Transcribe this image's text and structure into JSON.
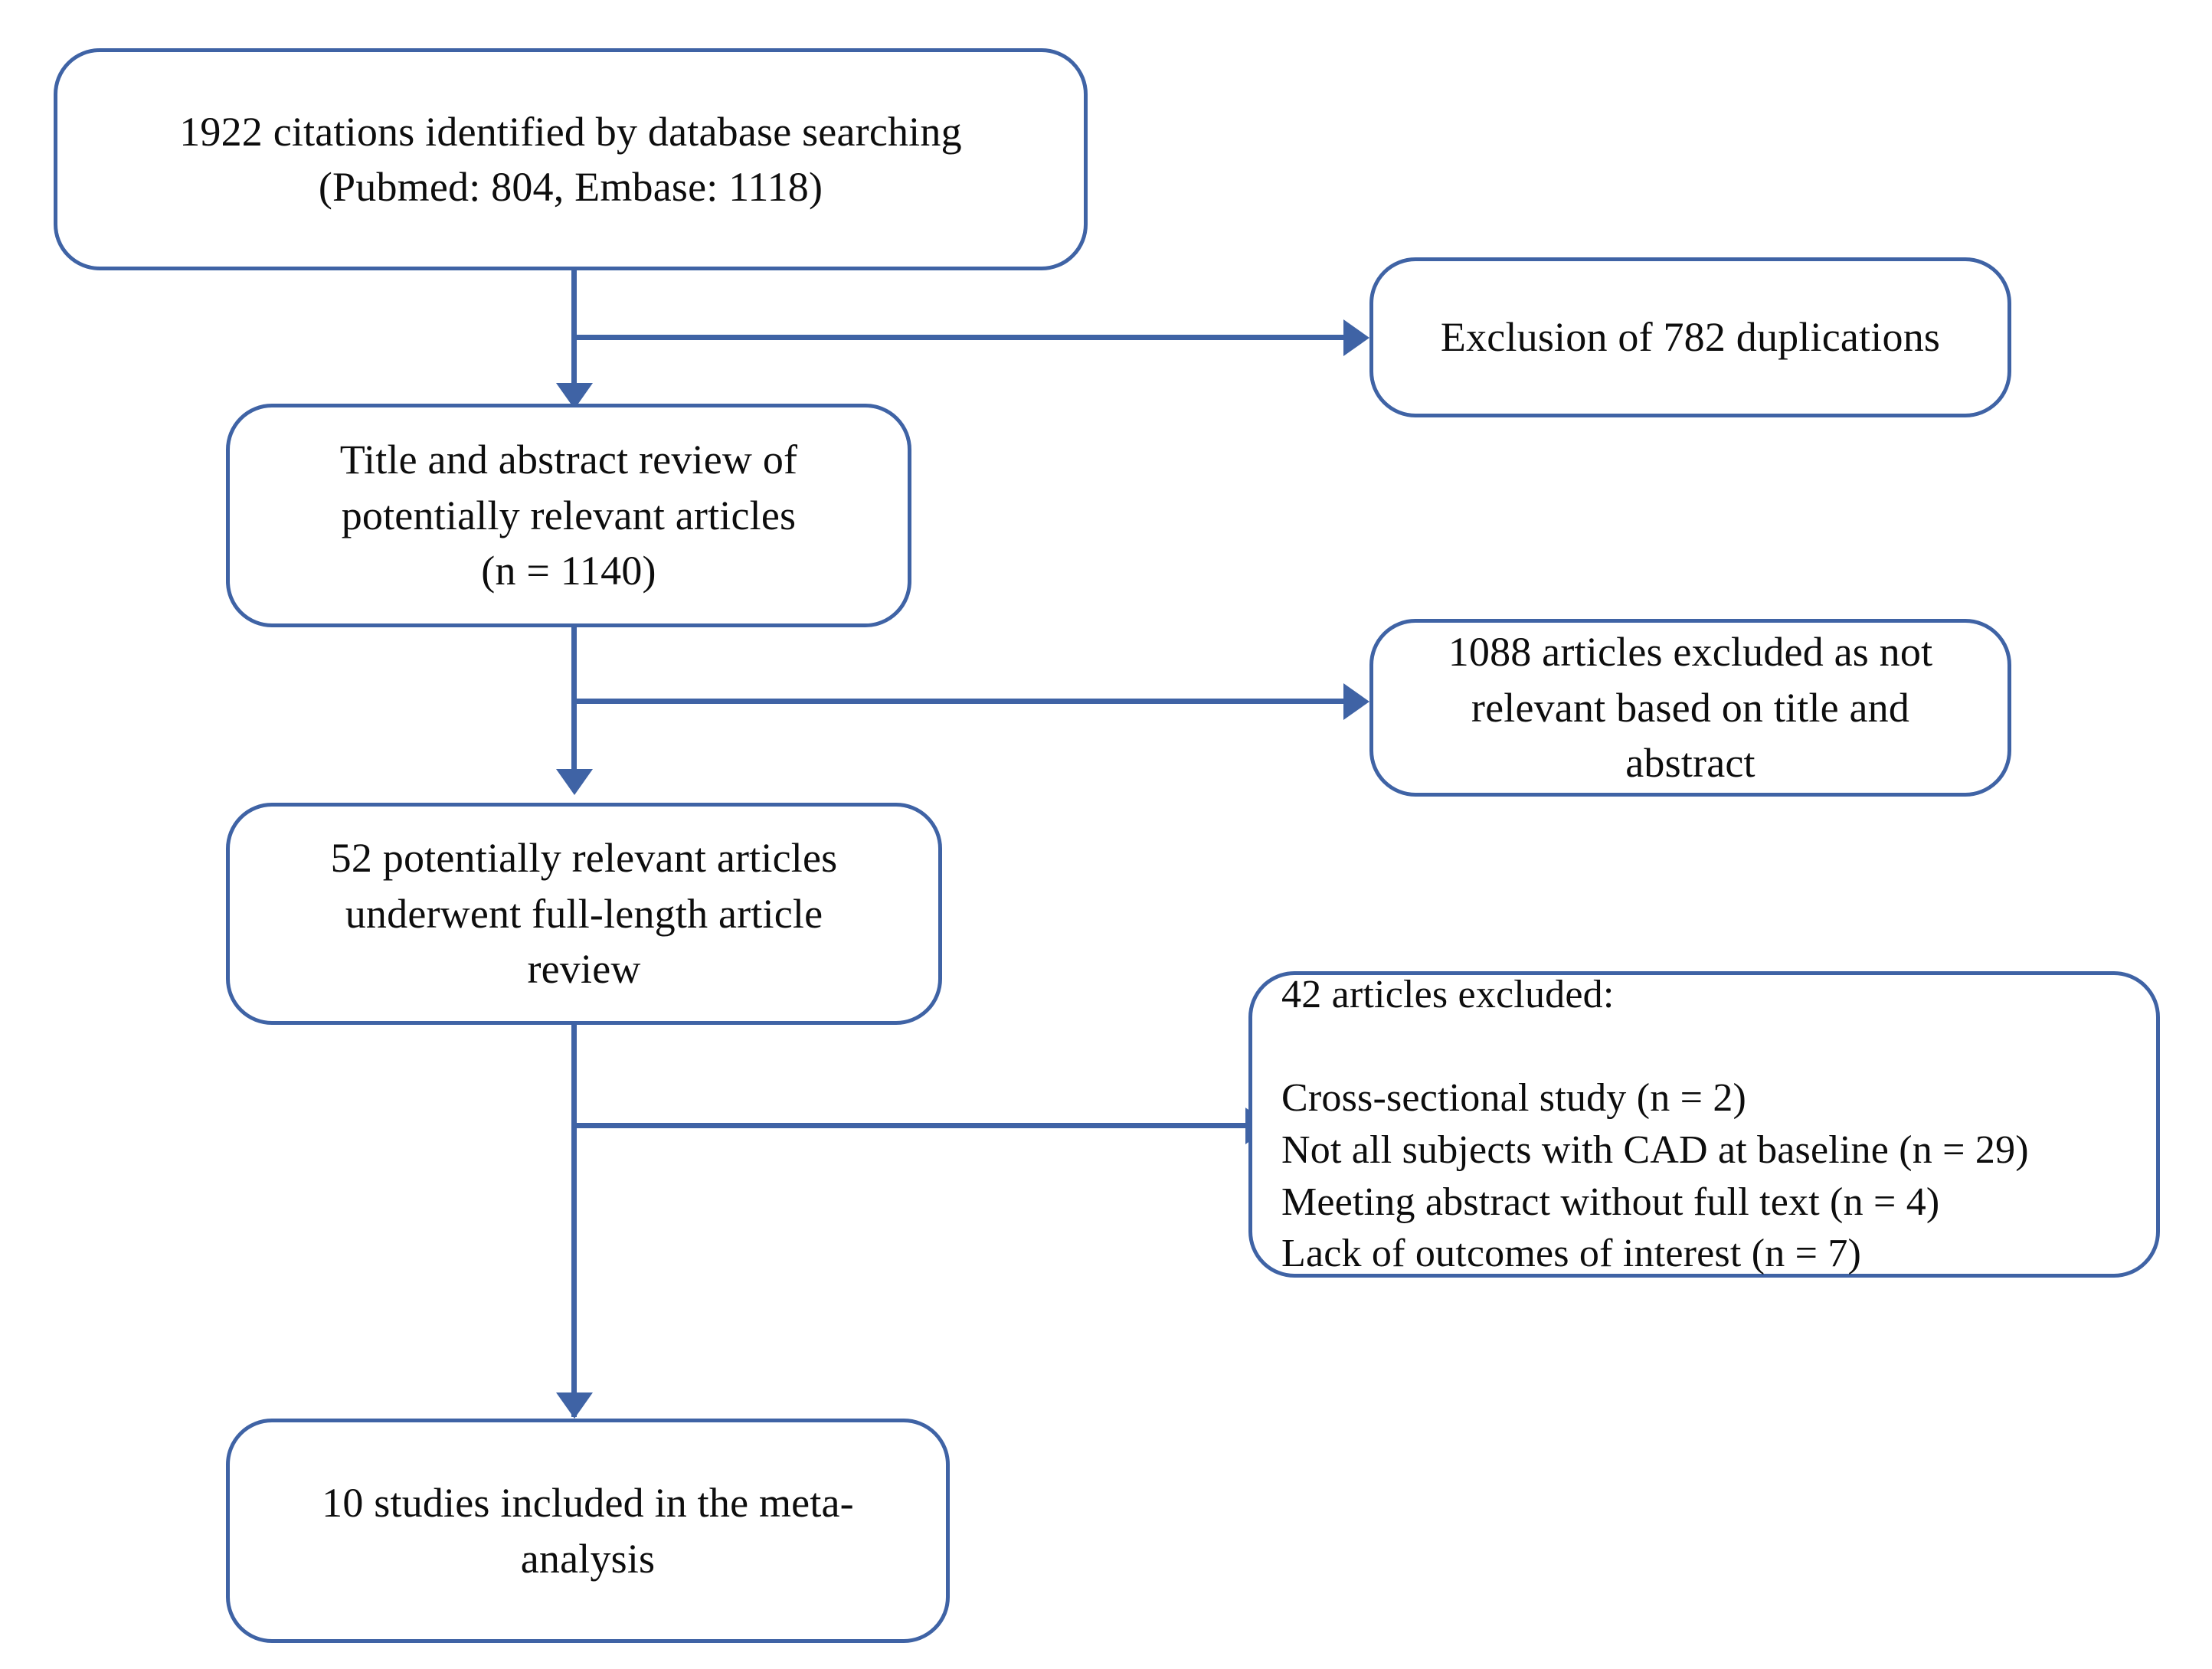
{
  "diagram": {
    "type": "prisma-flow-diagram",
    "accent_color": "#3f63a5",
    "text_color": "#0d0d0d",
    "background_color": "#ffffff",
    "nodes": {
      "identification": {
        "text": "1922 citations identified by database searching\n(Pubmed: 804, Embase: 1118)"
      },
      "title_abstract_review": {
        "text": "Title and abstract review of\npotentially relevant articles\n(n = 1140)"
      },
      "full_length_review": {
        "text": "52 potentially relevant articles\nunderwent full-length article\nreview"
      },
      "included": {
        "text": "10 studies included in the meta-\nanalysis"
      },
      "exclusion_duplicates": {
        "text": "Exclusion of 782 duplications"
      },
      "exclusion_not_relevant": {
        "text": "1088 articles excluded as not\nrelevant based on title and\nabstract"
      },
      "exclusion_full_text": {
        "text": "42 articles excluded:\n\nCross-sectional study (n = 2)\nNot all subjects with CAD at baseline (n = 29)\nMeeting abstract without full text (n = 4)\nLack of outcomes of interest (n = 7)"
      }
    }
  }
}
